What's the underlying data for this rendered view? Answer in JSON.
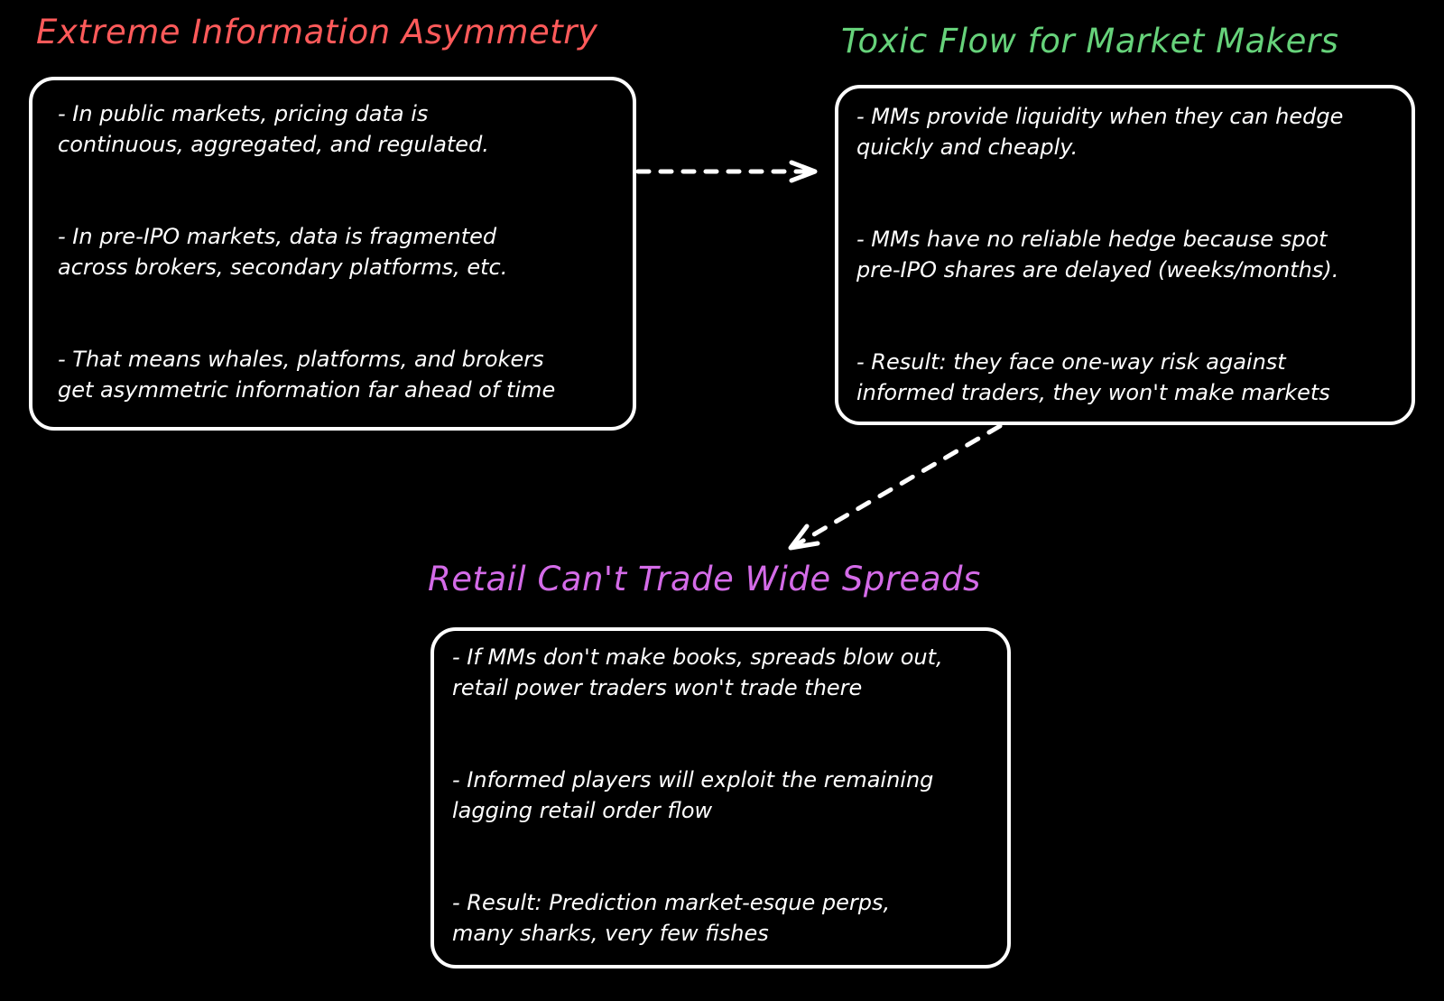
{
  "colors": {
    "background": "#000000",
    "box_stroke": "#ffffff",
    "title_left": "#ff5a5a",
    "title_right": "#66d27a",
    "title_bottom": "#d46be8"
  },
  "nodes": [
    {
      "id": "information-asymmetry",
      "title": "Extreme Information Asymmetry",
      "bullets": [
        "- In public markets, pricing data is\ncontinuous, aggregated, and regulated.",
        "- In pre-IPO markets, data is fragmented\nacross brokers, secondary platforms, etc.",
        "- That means whales, platforms, and brokers\nget asymmetric information far ahead of time"
      ]
    },
    {
      "id": "toxic-flow",
      "title": "Toxic Flow for Market Makers",
      "bullets": [
        "- MMs provide liquidity when they can hedge\nquickly and cheaply.",
        "- MMs have no reliable hedge because spot\npre-IPO shares are delayed (weeks/months).",
        "- Result: they face one-way risk against\ninformed traders, they won't make markets"
      ]
    },
    {
      "id": "wide-spreads",
      "title": "Retail Can't Trade Wide Spreads",
      "bullets": [
        "- If MMs don't make books, spreads blow out,\nretail power traders won't trade there",
        "- Informed players will exploit the remaining\nlagging retail order flow",
        "- Result: Prediction market-esque perps,\nmany sharks, very few fishes"
      ]
    }
  ],
  "edges": [
    {
      "from": "information-asymmetry",
      "to": "toxic-flow",
      "style": "dashed"
    },
    {
      "from": "toxic-flow",
      "to": "wide-spreads",
      "style": "dashed"
    }
  ]
}
